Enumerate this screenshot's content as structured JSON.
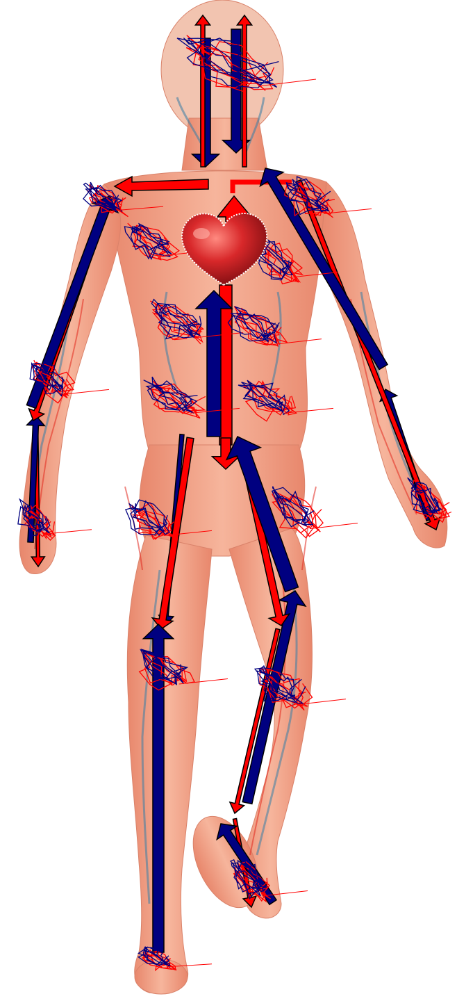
{
  "diagram": {
    "kind": "circulatory-system-illustration",
    "colors": {
      "background": "#ffffff",
      "skin": "#f4a98e",
      "skin_shadow": "#e8876c",
      "artery": "#ff0000",
      "vein": "#000080",
      "outline": "#000000",
      "heart": "#d8282a",
      "heart_highlight": "#ff8a80",
      "vessel_faint": "#3a7fa6"
    },
    "arrows": [
      {
        "name": "head-vein-left-arrow",
        "color": "vein",
        "dir": "down"
      },
      {
        "name": "head-vein-right-arrow",
        "color": "vein",
        "dir": "down"
      },
      {
        "name": "head-artery-left-arrow",
        "color": "artery",
        "dir": "up"
      },
      {
        "name": "head-artery-right-arrow",
        "color": "artery",
        "dir": "up"
      },
      {
        "name": "right-arm-artery-arrow",
        "color": "artery",
        "dir": "down"
      },
      {
        "name": "right-arm-vein-arrow",
        "color": "vein",
        "dir": "up"
      },
      {
        "name": "left-arm-artery-arrow",
        "color": "artery",
        "dir": "down"
      },
      {
        "name": "left-arm-vein-arrow",
        "color": "vein",
        "dir": "up"
      },
      {
        "name": "aorta-down-arrow",
        "color": "artery",
        "dir": "down"
      },
      {
        "name": "vena-cava-up-arrow",
        "color": "vein",
        "dir": "up"
      },
      {
        "name": "right-leg-artery-arrow",
        "color": "artery",
        "dir": "down"
      },
      {
        "name": "right-leg-vein-arrow",
        "color": "vein",
        "dir": "up"
      },
      {
        "name": "left-leg-artery-arrow",
        "color": "artery",
        "dir": "down"
      },
      {
        "name": "left-leg-vein-arrow",
        "color": "vein",
        "dir": "up"
      },
      {
        "name": "foot-vein-arrow",
        "color": "vein",
        "dir": "up"
      }
    ],
    "capillary_beds": [
      "brain-capillary-bed",
      "right-shoulder-capillary-bed",
      "left-shoulder-capillary-bed",
      "right-lung-capillary-bed",
      "left-lung-capillary-bed",
      "right-abdomen-capillary-bed",
      "left-abdomen-capillary-bed",
      "right-pelvis-capillary-bed",
      "left-pelvis-capillary-bed",
      "right-elbow-capillary-bed",
      "right-hand-capillary-bed",
      "left-hand-capillary-bed",
      "right-thigh-capillary-bed",
      "left-thigh-capillary-bed",
      "right-knee-capillary-bed",
      "left-knee-capillary-bed",
      "left-ankle-capillary-bed",
      "right-foot-capillary-bed"
    ]
  }
}
